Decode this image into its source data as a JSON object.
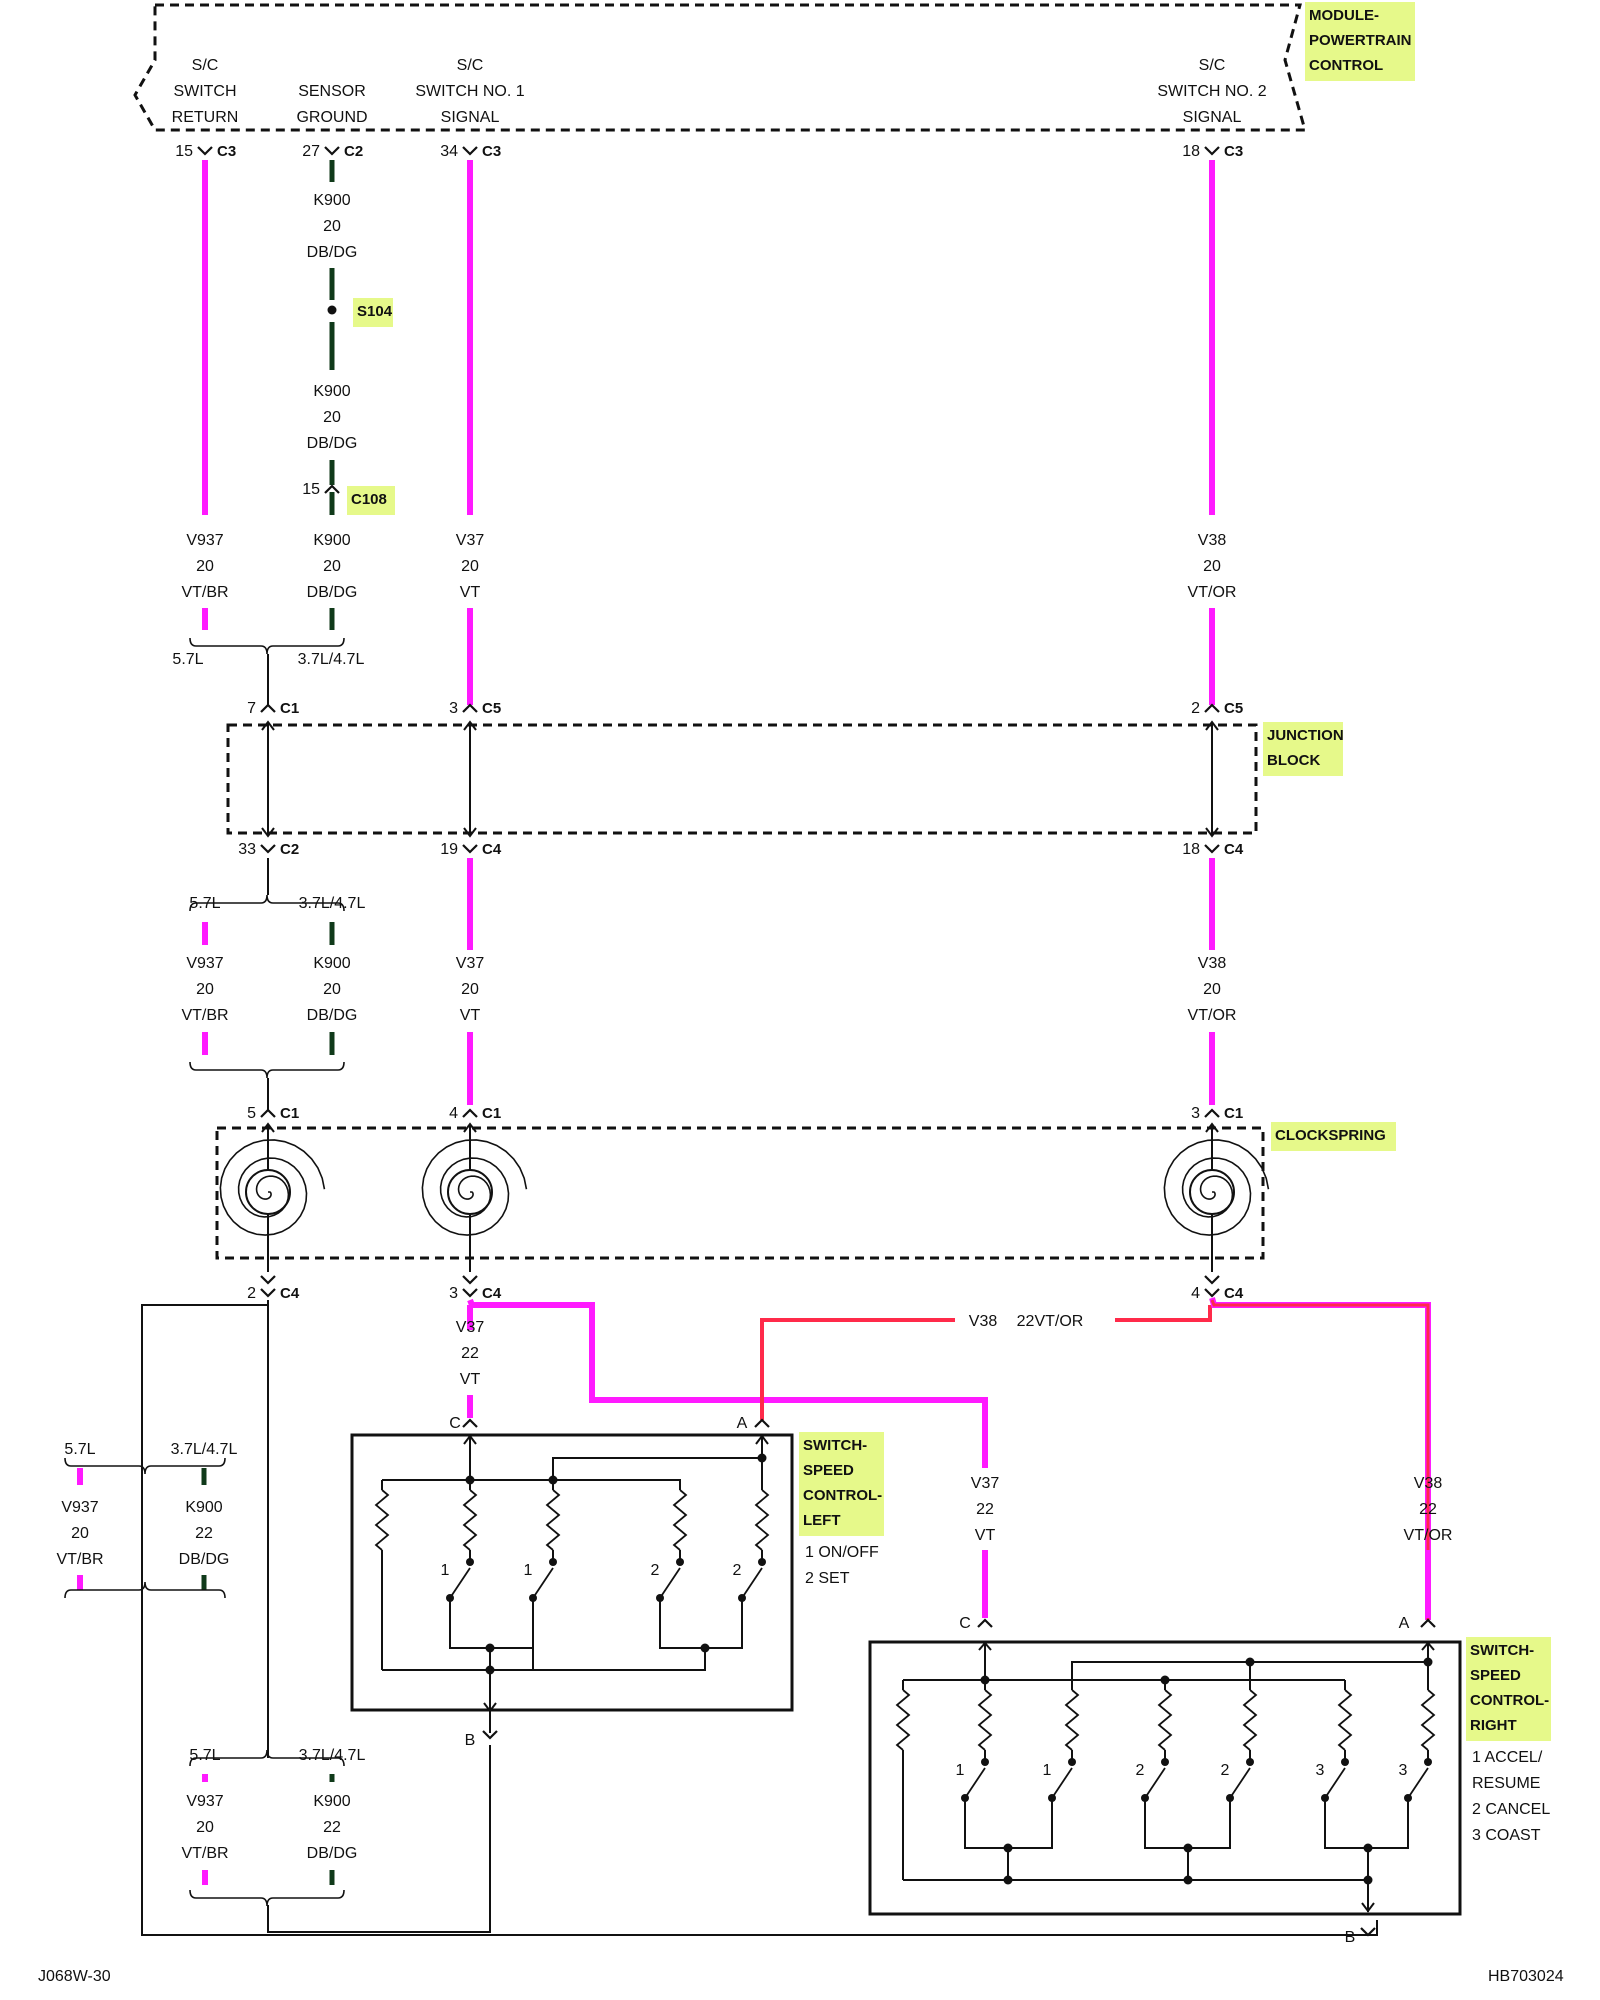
{
  "colors": {
    "pink": "#ff1aff",
    "red": "#ff2a4a",
    "black": "#111111",
    "highlight": "#e6f98a",
    "dark_green": "#103a1a"
  },
  "pcm": {
    "title_lines": [
      "MODULE-",
      "POWERTRAIN",
      "CONTROL"
    ],
    "pins": [
      {
        "lines": [
          "S/C",
          "SWITCH",
          "RETURN"
        ],
        "pin": "15",
        "conn": "C3"
      },
      {
        "lines": [
          "SENSOR",
          "GROUND"
        ],
        "pin": "27",
        "conn": "C2"
      },
      {
        "lines": [
          "S/C",
          "SWITCH NO. 1",
          "SIGNAL"
        ],
        "pin": "34",
        "conn": "C3"
      },
      {
        "lines": [
          "S/C",
          "SWITCH NO. 2",
          "SIGNAL"
        ],
        "pin": "18",
        "conn": "C3"
      }
    ]
  },
  "wires": {
    "k900_20": [
      "K900",
      "20",
      "DB/DG"
    ],
    "v937_20": [
      "V937",
      "20",
      "VT/BR"
    ],
    "v37_20": [
      "V37",
      "20",
      "VT"
    ],
    "v38_20": [
      "V38",
      "20",
      "VT/OR"
    ],
    "v37_22": [
      "V37",
      "22",
      "VT"
    ],
    "v38_22": [
      "V38",
      "22",
      "VT/OR"
    ],
    "v937_22": [
      "V937",
      "20",
      "VT/BR"
    ],
    "k900_22": [
      "K900",
      "22",
      "DB/DG"
    ],
    "v937_22b": [
      "V937",
      "20",
      "VT/BR"
    ],
    "k900_22b": [
      "K900",
      "22",
      "DB/DG"
    ],
    "v38_inline": "V38",
    "v38_inline_spec": "22VT/OR"
  },
  "splice": "S104",
  "c108": {
    "pin": "15",
    "conn": "C108"
  },
  "engine": {
    "a": "5.7L",
    "b": "3.7L/4.7L"
  },
  "junction_block": {
    "title_lines": [
      "JUNCTION",
      "BLOCK"
    ],
    "in": [
      {
        "pin": "7",
        "conn": "C1"
      },
      {
        "pin": "3",
        "conn": "C5"
      },
      {
        "pin": "2",
        "conn": "C5"
      }
    ],
    "out": [
      {
        "pin": "33",
        "conn": "C2"
      },
      {
        "pin": "19",
        "conn": "C4"
      },
      {
        "pin": "18",
        "conn": "C4"
      }
    ]
  },
  "clockspring": {
    "title": "CLOCKSPRING",
    "in": [
      {
        "pin": "5",
        "conn": "C1"
      },
      {
        "pin": "4",
        "conn": "C1"
      },
      {
        "pin": "3",
        "conn": "C1"
      }
    ],
    "out": [
      {
        "pin": "2",
        "conn": "C4"
      },
      {
        "pin": "3",
        "conn": "C4"
      },
      {
        "pin": "4",
        "conn": "C4"
      }
    ]
  },
  "switch_left": {
    "title_lines": [
      "SWITCH-",
      "SPEED",
      "CONTROL-",
      "LEFT"
    ],
    "legend": [
      "1 ON/OFF",
      "2 SET"
    ],
    "terms": {
      "c": "C",
      "a": "A",
      "b": "B"
    },
    "nums": [
      "1",
      "1",
      "2",
      "2"
    ]
  },
  "switch_right": {
    "title_lines": [
      "SWITCH-",
      "SPEED",
      "CONTROL-",
      "RIGHT"
    ],
    "legend": [
      "1 ACCEL/",
      "RESUME",
      "2 CANCEL",
      "3 COAST"
    ],
    "terms": {
      "c": "C",
      "a": "A",
      "b": "B"
    },
    "nums": [
      "1",
      "1",
      "2",
      "2",
      "3",
      "3"
    ]
  },
  "footer": {
    "left": "J068W-30",
    "right": "HB703024"
  }
}
